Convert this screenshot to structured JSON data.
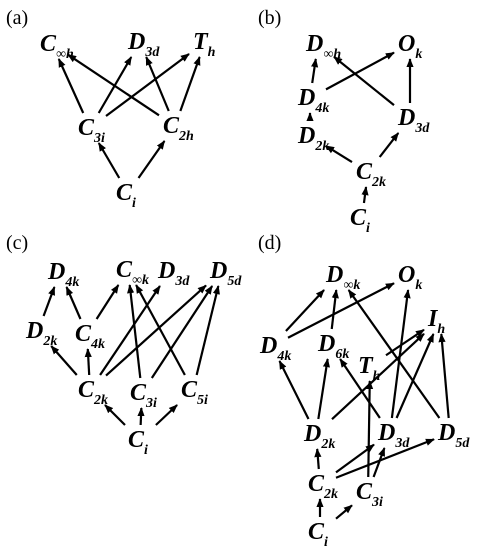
{
  "panels": [
    {
      "id": "a",
      "label": "(a)",
      "nodes": [
        {
          "id": "Coh",
          "main": "C",
          "sub": "∞h"
        },
        {
          "id": "D3d",
          "main": "D",
          "sub": "3d"
        },
        {
          "id": "Th",
          "main": "T",
          "sub": "h"
        },
        {
          "id": "C3i",
          "main": "C",
          "sub": "3i"
        },
        {
          "id": "C2h",
          "main": "C",
          "sub": "2h"
        },
        {
          "id": "Ci",
          "main": "C",
          "sub": "i"
        }
      ],
      "edges": [
        [
          "Ci",
          "C3i"
        ],
        [
          "Ci",
          "C2h"
        ],
        [
          "C3i",
          "Coh"
        ],
        [
          "C3i",
          "D3d"
        ],
        [
          "C3i",
          "Th"
        ],
        [
          "C2h",
          "Coh"
        ],
        [
          "C2h",
          "D3d"
        ],
        [
          "C2h",
          "Th"
        ]
      ]
    },
    {
      "id": "b",
      "label": "(b)",
      "nodes": [
        {
          "id": "Doh",
          "main": "D",
          "sub": "∞h"
        },
        {
          "id": "Ok",
          "main": "O",
          "sub": "k"
        },
        {
          "id": "D4k",
          "main": "D",
          "sub": "4k"
        },
        {
          "id": "D3d",
          "main": "D",
          "sub": "3d"
        },
        {
          "id": "D2k",
          "main": "D",
          "sub": "2k"
        },
        {
          "id": "C2k",
          "main": "C",
          "sub": "2k"
        },
        {
          "id": "Ci",
          "main": "C",
          "sub": "i"
        }
      ],
      "edges": [
        [
          "Ci",
          "C2k"
        ],
        [
          "C2k",
          "D2k"
        ],
        [
          "C2k",
          "D3d"
        ],
        [
          "D2k",
          "D4k"
        ],
        [
          "D4k",
          "Doh"
        ],
        [
          "D4k",
          "Ok"
        ],
        [
          "D3d",
          "Ok"
        ],
        [
          "D3d",
          "Doh"
        ]
      ]
    },
    {
      "id": "c",
      "label": "(c)",
      "nodes": [
        {
          "id": "D4k",
          "main": "D",
          "sub": "4k"
        },
        {
          "id": "Cok",
          "main": "C",
          "sub": "∞k"
        },
        {
          "id": "D3d",
          "main": "D",
          "sub": "3d"
        },
        {
          "id": "D5d",
          "main": "D",
          "sub": "5d"
        },
        {
          "id": "D2k",
          "main": "D",
          "sub": "2k"
        },
        {
          "id": "C4k",
          "main": "C",
          "sub": "4k"
        },
        {
          "id": "C2k",
          "main": "C",
          "sub": "2k"
        },
        {
          "id": "C3i",
          "main": "C",
          "sub": "3i"
        },
        {
          "id": "C5i",
          "main": "C",
          "sub": "5i"
        },
        {
          "id": "Ci",
          "main": "C",
          "sub": "i"
        }
      ],
      "edges": [
        [
          "Ci",
          "C2k"
        ],
        [
          "Ci",
          "C3i"
        ],
        [
          "Ci",
          "C5i"
        ],
        [
          "C2k",
          "D2k"
        ],
        [
          "C2k",
          "C4k"
        ],
        [
          "C2k",
          "D3d"
        ],
        [
          "C2k",
          "D5d"
        ],
        [
          "D2k",
          "D4k"
        ],
        [
          "C4k",
          "D4k"
        ],
        [
          "C4k",
          "Cok"
        ],
        [
          "C3i",
          "Cok"
        ],
        [
          "C3i",
          "D5d"
        ],
        [
          "C5i",
          "D5d"
        ],
        [
          "C5i",
          "Cok"
        ]
      ]
    },
    {
      "id": "d",
      "label": "(d)",
      "nodes": [
        {
          "id": "Dok",
          "main": "D",
          "sub": "∞k"
        },
        {
          "id": "Ok",
          "main": "O",
          "sub": "k"
        },
        {
          "id": "Ih",
          "main": "I",
          "sub": "h"
        },
        {
          "id": "D4k",
          "main": "D",
          "sub": "4k"
        },
        {
          "id": "D6k",
          "main": "D",
          "sub": "6k"
        },
        {
          "id": "Th",
          "main": "T",
          "sub": "h"
        },
        {
          "id": "D2k",
          "main": "D",
          "sub": "2k"
        },
        {
          "id": "D3d",
          "main": "D",
          "sub": "3d"
        },
        {
          "id": "D5d",
          "main": "D",
          "sub": "5d"
        },
        {
          "id": "C2k",
          "main": "C",
          "sub": "2k"
        },
        {
          "id": "C3i",
          "main": "C",
          "sub": "3i"
        },
        {
          "id": "Ci",
          "main": "C",
          "sub": "i"
        }
      ],
      "edges": [
        [
          "Ci",
          "C2k"
        ],
        [
          "Ci",
          "C3i"
        ],
        [
          "C2k",
          "D2k"
        ],
        [
          "C2k",
          "D3d"
        ],
        [
          "C2k",
          "D5d"
        ],
        [
          "C3i",
          "D3d"
        ],
        [
          "C3i",
          "Th"
        ],
        [
          "D2k",
          "D4k"
        ],
        [
          "D2k",
          "D6k"
        ],
        [
          "D2k",
          "Ih"
        ],
        [
          "D3d",
          "D6k"
        ],
        [
          "D3d",
          "Ok"
        ],
        [
          "D3d",
          "Ih"
        ],
        [
          "D4k",
          "Dok"
        ],
        [
          "D4k",
          "Ok"
        ],
        [
          "D6k",
          "Dok"
        ],
        [
          "Th",
          "Ih"
        ],
        [
          "D5d",
          "Dok"
        ],
        [
          "D5d",
          "Ih"
        ]
      ]
    }
  ]
}
